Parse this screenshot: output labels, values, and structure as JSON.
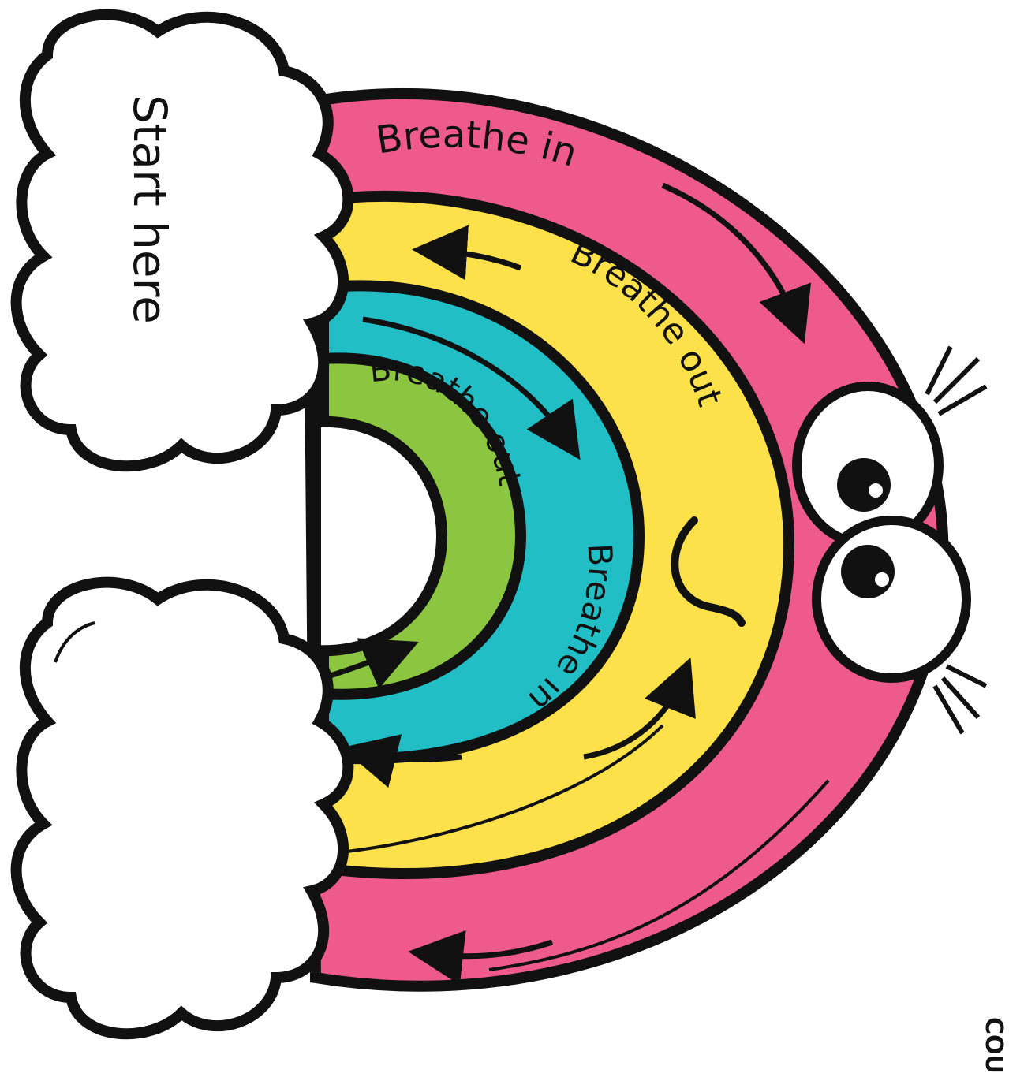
{
  "labels": {
    "start": "Start here",
    "pink": "Breathe in",
    "yellow": "Breathe out",
    "teal": "Breathe in",
    "green": "Breathe out",
    "credit": "COU"
  },
  "colors": {
    "pink": "#ee5a8c",
    "yellow": "#fde14b",
    "teal": "#22bec6",
    "green": "#8cc640",
    "outline": "#111111",
    "cloud": "#ffffff"
  }
}
